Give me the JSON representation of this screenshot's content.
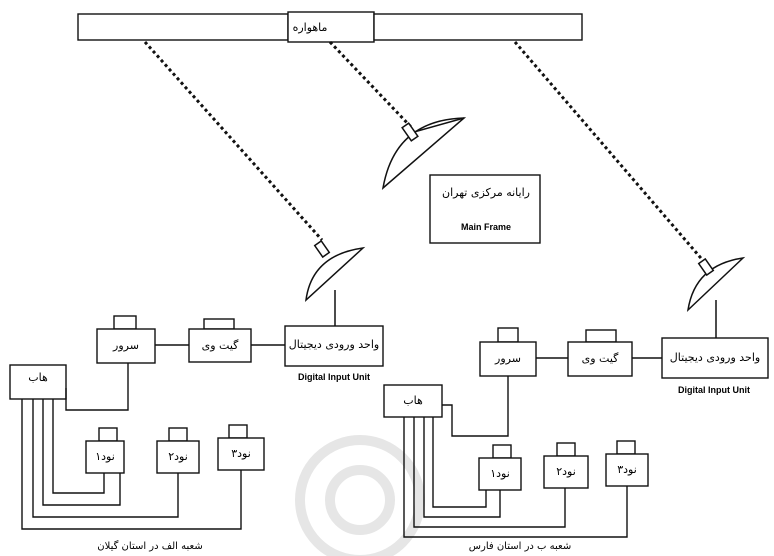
{
  "satellite": {
    "label": "ماهواره"
  },
  "mainframe": {
    "title_fa": "رایانه مرکزی تهران",
    "title_en": "Main Frame"
  },
  "branch_a": {
    "input_unit_fa": "واحد ورودی دیجیتال",
    "input_unit_en": "Digital Input Unit",
    "gateway": "گیت وی",
    "server": "سرور",
    "hub": "هاب",
    "nodes": [
      "نود۱",
      "نود۲",
      "نود۳"
    ],
    "caption": "شعبه الف در استان گیلان"
  },
  "branch_b": {
    "input_unit_fa": "واحد ورودی دیجیتال",
    "input_unit_en": "Digital Input Unit",
    "gateway": "گیت وی",
    "server": "سرور",
    "hub": "هاب",
    "nodes": [
      "نود۱",
      "نود۲",
      "نود۳"
    ],
    "caption": "شعبه ب در استان فارس"
  },
  "colors": {
    "stroke": "#111111",
    "background": "#ffffff",
    "watermark": "#e6e6e6"
  }
}
